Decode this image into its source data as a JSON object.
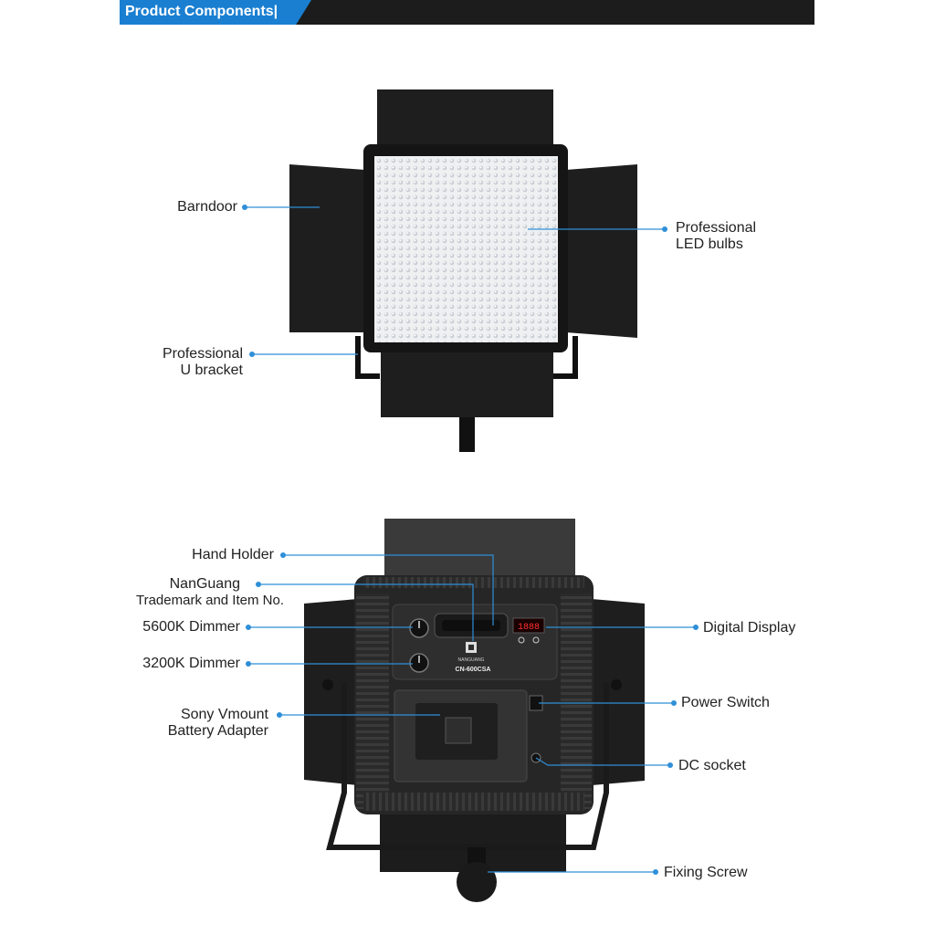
{
  "header": {
    "title": "Product Components|"
  },
  "front_view": {
    "labels": {
      "barndoor": "Barndoor",
      "led_bulbs_line1": "Professional",
      "led_bulbs_line2": "LED bulbs",
      "u_bracket_line1": "Professional",
      "u_bracket_line2": "U bracket"
    }
  },
  "back_view": {
    "panel": {
      "brand": "NANGUANG",
      "model": "CN-600CSA",
      "display_value": "1888"
    },
    "labels": {
      "hand_holder": "Hand Holder",
      "trademark_line1": "NanGuang",
      "trademark_line2": "Trademark and Item No.",
      "dimmer_5600": "5600K Dimmer",
      "dimmer_3200": "3200K Dimmer",
      "battery_line1": "Sony Vmount",
      "battery_line2": "Battery Adapter",
      "digital_display": "Digital Display",
      "power_switch": "Power Switch",
      "dc_socket": "DC socket",
      "fixing_screw": "Fixing Screw"
    }
  },
  "colors": {
    "accent": "#2f8fd8",
    "header_tab": "#1a7fd1",
    "header_bar": "#1c1c1c"
  }
}
